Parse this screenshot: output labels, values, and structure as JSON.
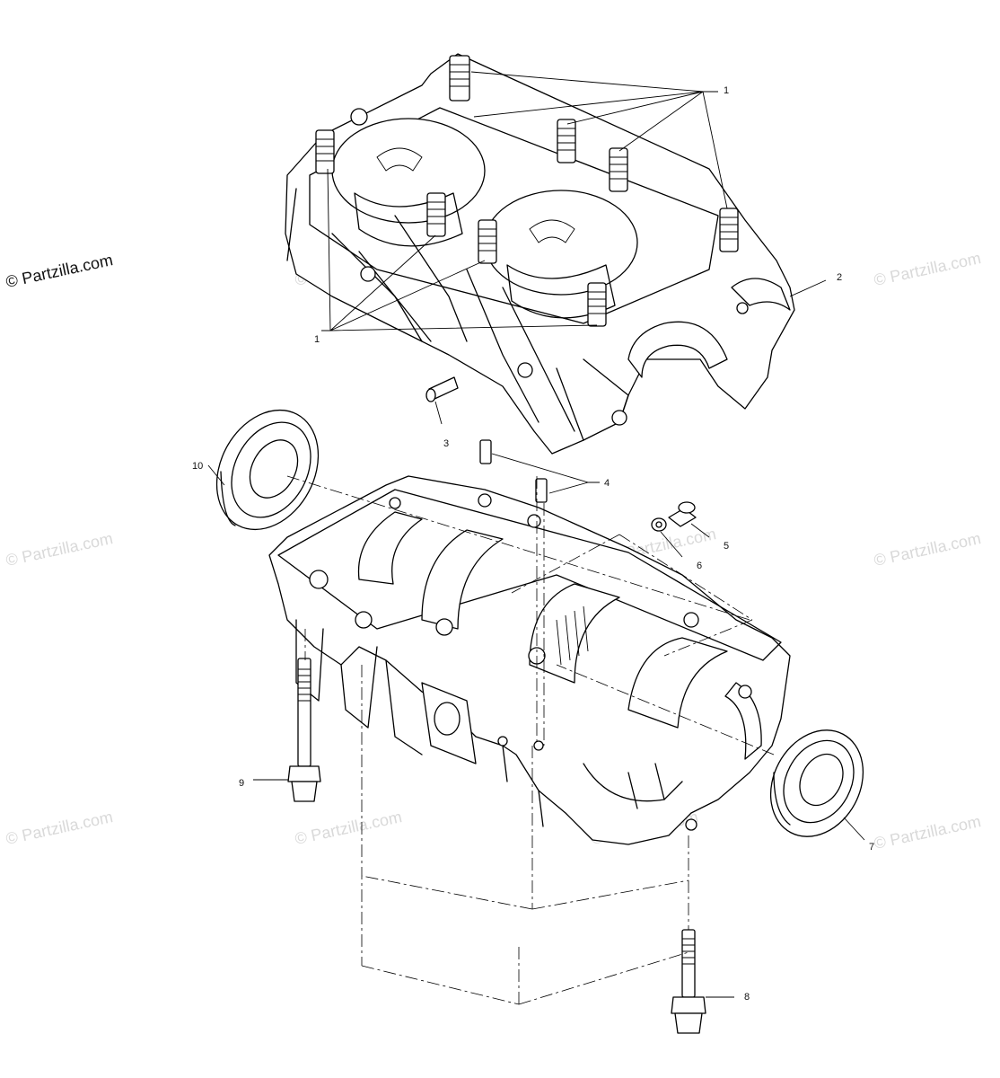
{
  "watermark": {
    "main": "© Partzilla.com",
    "repeat": "© Partzilla.com"
  },
  "callouts": {
    "c1_top": "1",
    "c1_bottom": "1",
    "c2": "2",
    "c3": "3",
    "c4": "4",
    "c5": "5",
    "c6": "6",
    "c7": "7",
    "c8": "8",
    "c9": "9",
    "c10": "10"
  }
}
